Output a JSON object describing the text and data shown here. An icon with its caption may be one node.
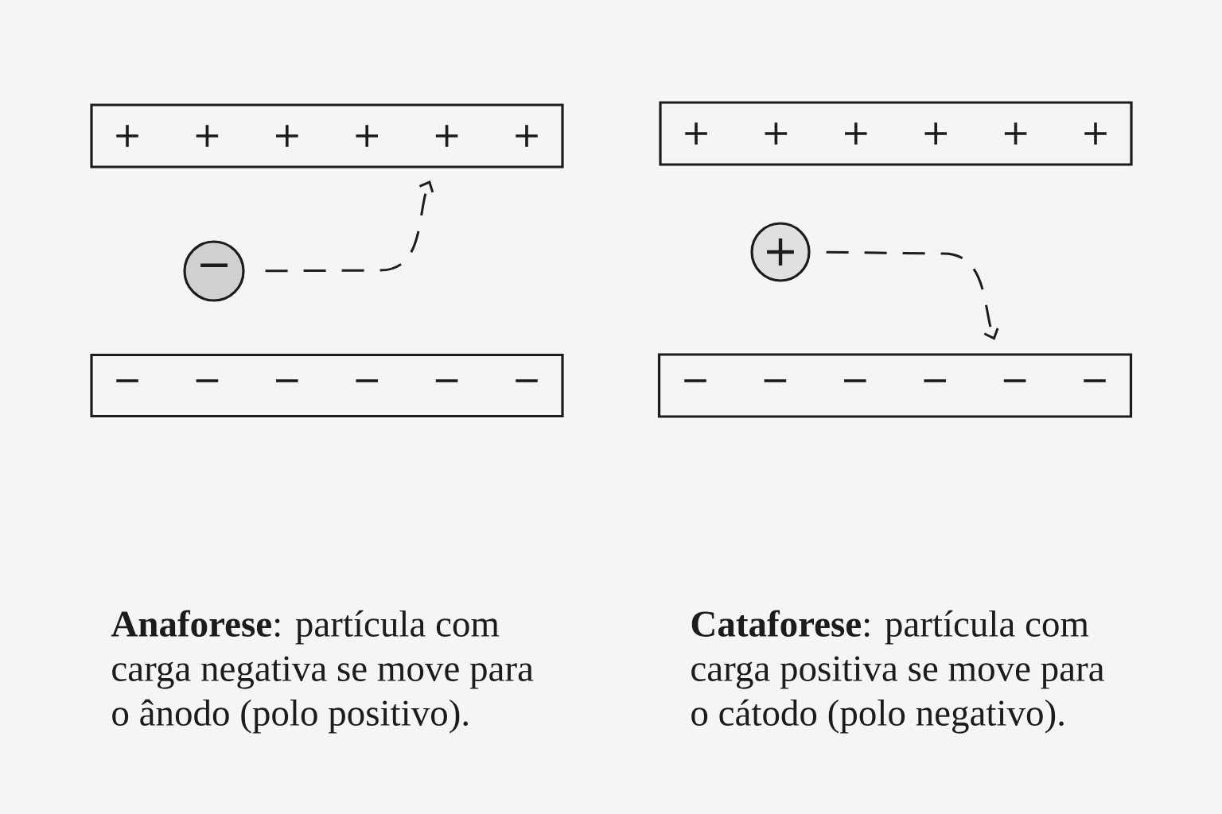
{
  "diagram": {
    "nodes": [
      {
        "text": [
          "+",
          "+",
          "+",
          "+",
          "+",
          "+"
        ]
      },
      {
        "text": [
          "−"
        ]
      },
      {
        "text": [
          "−",
          "−",
          "−",
          "−",
          "−",
          "−"
        ]
      },
      {
        "text": [
          "+",
          "+",
          "+",
          "+",
          "+",
          "+"
        ]
      },
      {
        "text": [
          "+"
        ]
      },
      {
        "text": [
          "−",
          "−",
          "−",
          "−",
          "−",
          "−"
        ]
      }
    ],
    "edges": [
      {
        "from": 1,
        "to": 0,
        "arrow": "to",
        "style": "dashed"
      },
      {
        "from": 4,
        "to": 5,
        "arrow": "to",
        "style": "dashed"
      }
    ],
    "labels": [
      "**Anaforese**: partícula com carga negativa se move para o ânodo (polo positivo).",
      "**Cataforese**: partícula com carga positiva se move para o cátodo (polo negativo)."
    ]
  }
}
